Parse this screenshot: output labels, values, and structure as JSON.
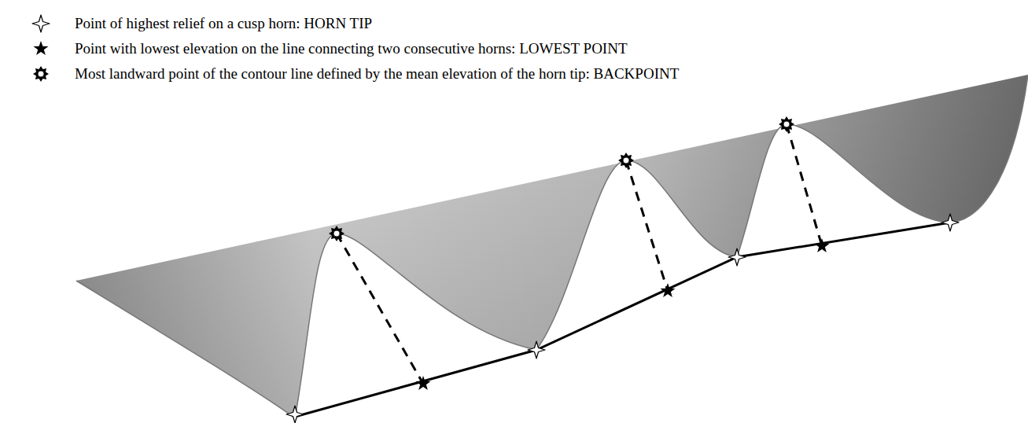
{
  "diagram": {
    "legend": [
      {
        "text": "Point of highest relief on a cusp horn: HORN TIP"
      },
      {
        "text": "Point with lowest elevation on the line connecting two consecutive horns: LOWEST POINT"
      },
      {
        "text": "Most landward point of the contour line defined by the mean elevation of the horn tip: BACKPOINT"
      }
    ]
  }
}
